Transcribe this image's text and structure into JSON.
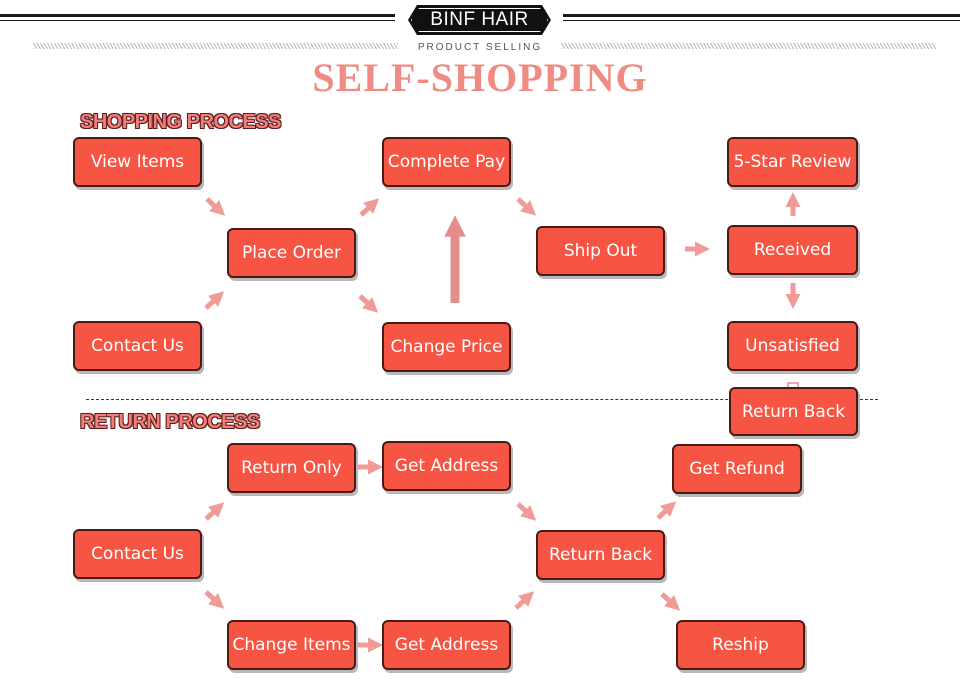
{
  "header": {
    "brand": "BINF HAIR",
    "subtitle": "PRODUCT SELLING",
    "title": "SELF-SHOPPING"
  },
  "shopping": {
    "section_title": "SHOPPING PROCESS",
    "nodes": {
      "view_items": "View Items",
      "contact_us": "Contact Us",
      "place_order": "Place Order",
      "complete_pay": "Complete Pay",
      "change_price": "Change Price",
      "ship_out": "Ship Out",
      "five_star_review": "5-Star Review",
      "received": "Received",
      "unsatisfied": "Unsatisfied",
      "return_back": "Return Back"
    }
  },
  "returns": {
    "section_title": "RETURN PROCESS",
    "nodes": {
      "contact_us": "Contact Us",
      "return_only": "Return Only",
      "change_items": "Change Items",
      "get_address_top": "Get Address",
      "get_address_bottom": "Get Address",
      "return_back": "Return Back",
      "get_refund": "Get Refund",
      "reship": "Reship"
    }
  },
  "colors": {
    "node_fill": "#f65544",
    "node_border": "#4a1b14",
    "arrow": "#f09b98",
    "title": "#ef8b82"
  }
}
